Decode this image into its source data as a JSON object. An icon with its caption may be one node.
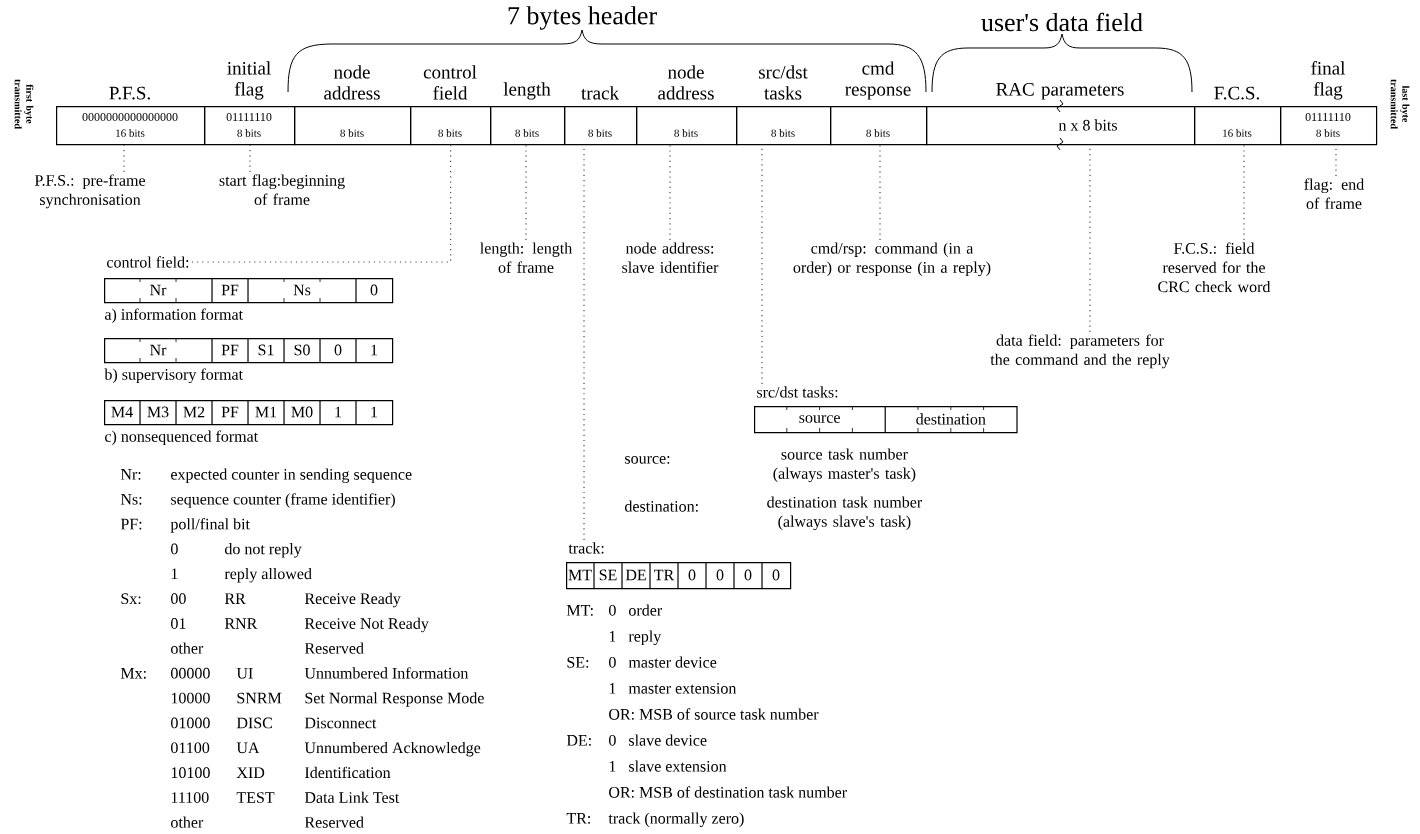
{
  "diagram": {
    "nodes": [
      {
        "text": [
          "P.F.S.",
          "0000000000000000",
          "16 bits"
        ]
      },
      {
        "text": [
          "initial flag",
          "01111110",
          "8 bits"
        ]
      },
      {
        "text": [
          "node address",
          "8 bits"
        ]
      },
      {
        "text": [
          "control field",
          "8 bits"
        ]
      },
      {
        "text": [
          "length",
          "8 bits"
        ]
      },
      {
        "text": [
          "track",
          "8 bits"
        ]
      },
      {
        "text": [
          "node address",
          "8 bits"
        ]
      },
      {
        "text": [
          "src/dst tasks",
          "8 bits"
        ]
      },
      {
        "text": [
          "cmd response",
          "8 bits"
        ]
      },
      {
        "text": [
          "RAC parameters",
          "n x 8 bits"
        ]
      },
      {
        "text": [
          "F.C.S.",
          "16 bits"
        ]
      },
      {
        "text": [
          "final flag",
          "01111110",
          "8 bits"
        ]
      },
      {
        "text": [
          "P.F.S.: pre-frame synchronisation"
        ]
      },
      {
        "text": [
          "start flag:beginning of frame"
        ]
      },
      {
        "text": [
          "flag: end of frame"
        ]
      },
      {
        "text": [
          "control field:"
        ]
      },
      {
        "text": [
          "length: length of frame"
        ]
      },
      {
        "text": [
          "node address: slave identifier"
        ]
      },
      {
        "text": [
          "cmd/rsp: command (in a order) or response (in a reply)"
        ]
      },
      {
        "text": [
          "F.C.S.: field reserved for the CRC check word"
        ]
      },
      {
        "text": [
          "data field: parameters for the command and the reply"
        ]
      },
      {
        "text": [
          "Nr",
          "PF",
          "Ns",
          "0"
        ],
        "beside": [
          "a) information format"
        ]
      },
      {
        "text": [
          "Nr",
          "PF",
          "S1",
          "S0",
          "0",
          "1"
        ],
        "beside": [
          "b) supervisory format"
        ]
      },
      {
        "text": [
          "M4",
          "M3",
          "M2",
          "PF",
          "M1",
          "M0",
          "1",
          "1"
        ],
        "beside": [
          "c) nonsequenced format"
        ]
      },
      {
        "text": [
          "src/dst tasks:"
        ]
      },
      {
        "text": [
          "source",
          "destination"
        ]
      },
      {
        "text": [
          "track:"
        ]
      },
      {
        "text": [
          "MT",
          "SE",
          "DE",
          "TR",
          "0",
          "0",
          "0",
          "0"
        ]
      }
    ],
    "edges": [
      {
        "from": 12,
        "to": 0,
        "arrow": "none"
      },
      {
        "from": 13,
        "to": 1,
        "arrow": "none"
      },
      {
        "from": 15,
        "to": 3,
        "arrow": "none"
      },
      {
        "from": 16,
        "to": 4,
        "arrow": "none"
      },
      {
        "from": 26,
        "to": 5,
        "arrow": "none"
      },
      {
        "from": 17,
        "to": 6,
        "arrow": "none"
      },
      {
        "from": 24,
        "to": 7,
        "arrow": "none"
      },
      {
        "from": 18,
        "to": 8,
        "arrow": "none"
      },
      {
        "from": 20,
        "to": 9,
        "arrow": "none"
      },
      {
        "from": 19,
        "to": 10,
        "arrow": "none"
      },
      {
        "from": 14,
        "to": 11,
        "arrow": "none"
      }
    ],
    "labels": [
      "first byte transmitted",
      "7 bytes header",
      "user's data field",
      "last byte transmitted",
      "Nr:",
      "expected counter in sending sequence",
      "Ns:",
      "sequence counter (frame identifier)",
      "PF:",
      "poll/final bit",
      "0",
      "do not reply",
      "1",
      "reply allowed",
      "Sx:",
      "00",
      "RR",
      "Receive Ready",
      "01",
      "RNR",
      "Receive Not Ready",
      "other",
      "Reserved",
      "Mx:",
      "00000",
      "UI",
      "Unnumbered Information",
      "10000",
      "SNRM",
      "Set Normal Response Mode",
      "01000",
      "DISC",
      "Disconnect",
      "01100",
      "UA",
      "Unnumbered Acknowledge",
      "10100",
      "XID",
      "Identification",
      "11100",
      "TEST",
      "Data Link Test",
      "other",
      "Reserved",
      "source:",
      "source task number (always master's task)",
      "destination:",
      "destination task number (always slave's task)",
      "MT:",
      "0",
      "order",
      "1",
      "reply",
      "SE:",
      "0",
      "master device",
      "1",
      "master extension",
      "OR: MSB of source task number",
      "DE:",
      "0",
      "slave device",
      "1",
      "slave extension",
      "OR: MSB of destination task number",
      "TR:",
      "track (normally zero)"
    ]
  }
}
